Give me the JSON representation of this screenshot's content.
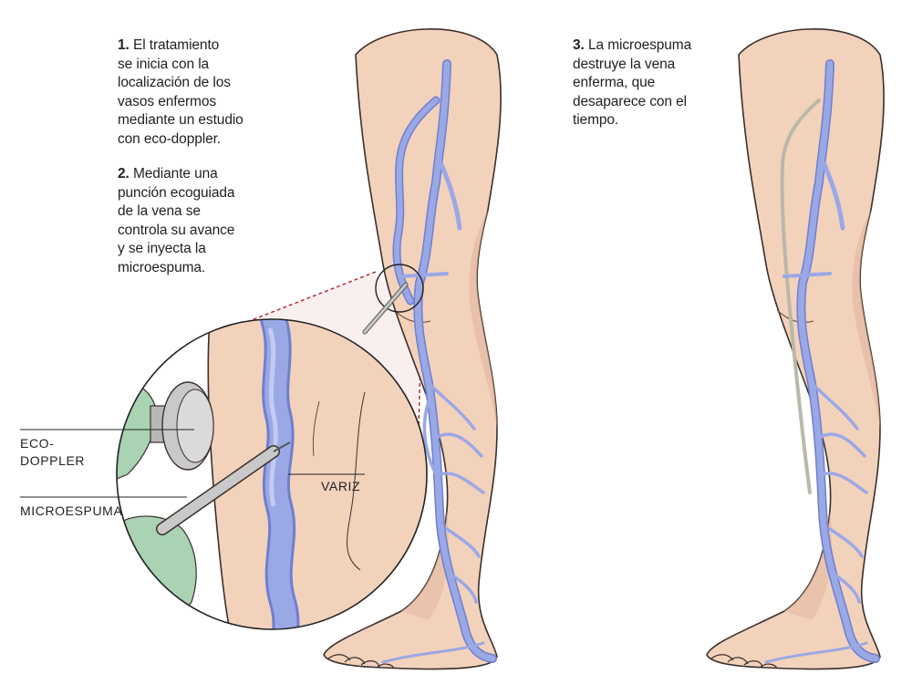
{
  "steps": [
    {
      "number": "1.",
      "text": "El tratamiento\nse inicia con la\nlocalización de los\nvasos enfermos\nmediante un estudio\ncon eco-doppler."
    },
    {
      "number": "2.",
      "text": "Mediante una\npunción ecoguiada\nde la vena se\ncontrola su avance\ny se inyecta la\nmicroespuma."
    },
    {
      "number": "3.",
      "text": "La microespuma\ndestruye la vena\nenferma, que\ndesaparece con el\ntiempo."
    }
  ],
  "labels": {
    "eco_doppler": "ECO-\nDOPPLER",
    "microespuma": "MICROESPUMA",
    "variz": "VARIZ"
  },
  "colors": {
    "skin": "#f3d2bc",
    "skin_shadow": "#e2b49c",
    "outline": "#3a2f2b",
    "vein": "#9aa8e6",
    "vein_dark": "#6f7fcf",
    "glove": "#a9d3b3",
    "device": "#c9c9c9",
    "callout": "#b3202a"
  }
}
